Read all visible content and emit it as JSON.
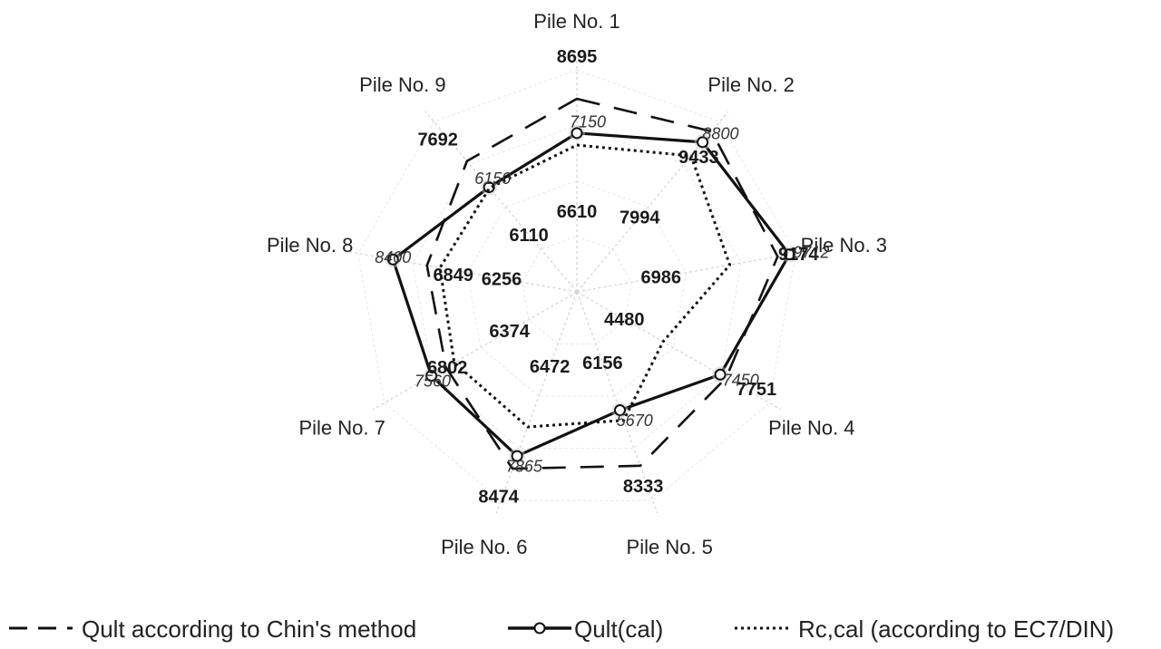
{
  "chart_data": {
    "type": "radar",
    "categories": [
      "Pile No. 1",
      "Pile No. 2",
      "Pile No. 3",
      "Pile No. 4",
      "Pile No. 5",
      "Pile No. 6",
      "Pile No. 7",
      "Pile No. 8",
      "Pile No. 9"
    ],
    "series": [
      {
        "name": "Qult according to Chin's method",
        "values": [
          8695,
          9433,
          9174,
          7751,
          8333,
          8474,
          6802,
          6849,
          7692
        ],
        "style": "dashed",
        "color": "#111111"
      },
      {
        "name": "Qult(cal)",
        "values": [
          7150,
          8800,
          9712,
          7450,
          5670,
          7865,
          7560,
          8400,
          6150
        ],
        "style": "solid-circle",
        "color": "#111111"
      },
      {
        "name": "Rc,cal (according to EC7/DIN)",
        "values": [
          6610,
          7994,
          6986,
          4480,
          6156,
          6472,
          6374,
          6256,
          6110
        ],
        "style": "dotted",
        "color": "#111111"
      }
    ],
    "rlim": [
      0,
      10000
    ],
    "grid": true,
    "legend_position": "bottom"
  }
}
